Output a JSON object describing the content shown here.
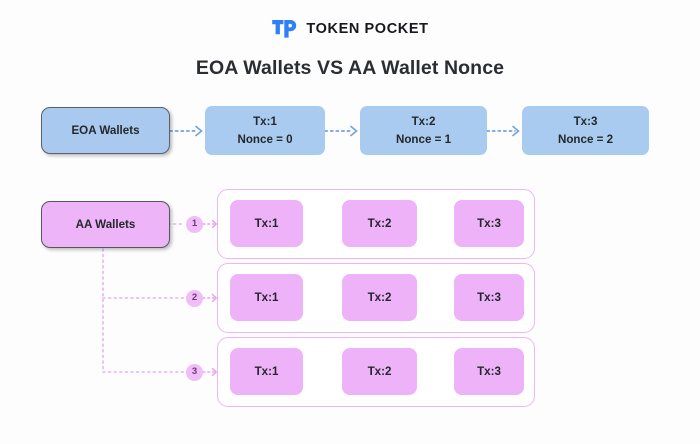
{
  "brand": {
    "logo_icon": "tp-logo-icon",
    "logo_text": "TP",
    "name": "TOKEN POCKET",
    "color": "#2f80f7"
  },
  "title": "EOA Wallets VS AA Wallet Nonce",
  "colors": {
    "background": "#fdfdfd",
    "eoa_fill": "#a9c9ee",
    "eoa_border": "#5a5f6b",
    "eoa_arrow": "#6fa3e0",
    "aa_fill": "#eeb2f9",
    "aa_border": "#55575f",
    "aa_arrow": "#e3a6f0",
    "group_border": "#eeb6f8",
    "badge_fill": "#f0bdf9",
    "badge_text": "#6e3a78",
    "text": "#24272b"
  },
  "eoa": {
    "root_label": "EOA Wallets",
    "nodes": [
      {
        "tx": "Tx:1",
        "nonce": "Nonce = 0"
      },
      {
        "tx": "Tx:2",
        "nonce": "Nonce = 1"
      },
      {
        "tx": "Tx:3",
        "nonce": "Nonce = 2"
      }
    ]
  },
  "aa": {
    "root_label": "AA Wallets",
    "groups": [
      {
        "badge": "1",
        "nodes": [
          "Tx:1",
          "Tx:2",
          "Tx:3"
        ]
      },
      {
        "badge": "2",
        "nodes": [
          "Tx:1",
          "Tx:2",
          "Tx:3"
        ]
      },
      {
        "badge": "3",
        "nodes": [
          "Tx:1",
          "Tx:2",
          "Tx:3"
        ]
      }
    ]
  }
}
